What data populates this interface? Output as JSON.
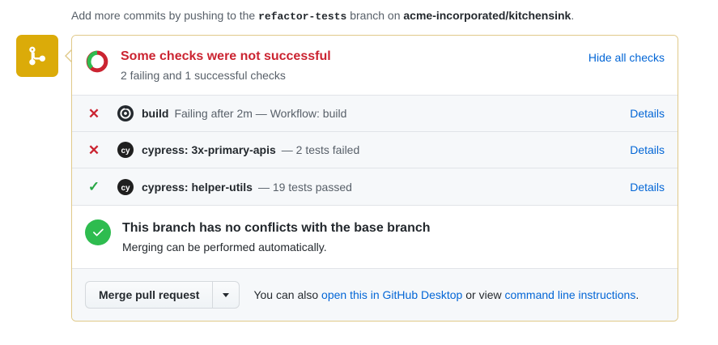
{
  "top_note": {
    "prefix": "Add more commits by pushing to the ",
    "branch": "refactor-tests",
    "middle": " branch on ",
    "repo": "acme-incorporated/kitchensink",
    "suffix": "."
  },
  "avatar": {
    "icon": "git-merge-icon",
    "color": "#dbab09"
  },
  "checks": {
    "status_icon": "partial-failure-donut-icon",
    "title": "Some checks were not successful",
    "title_color": "#cb2431",
    "subtitle": "2 failing and 1 successful checks",
    "toggle_label": "Hide all checks",
    "toggle_color": "#0366d6",
    "rows": [
      {
        "status": "fail",
        "status_glyph": "✕",
        "status_color": "#cb2431",
        "app_icon": "github-actions-icon",
        "name": "build",
        "description": "Failing after 2m — Workflow: build",
        "details_label": "Details"
      },
      {
        "status": "fail",
        "status_glyph": "✕",
        "status_color": "#cb2431",
        "app_icon": "cypress-icon",
        "name": "cypress: 3x-primary-apis",
        "description": "— 2 tests failed",
        "details_label": "Details"
      },
      {
        "status": "pass",
        "status_glyph": "✓",
        "status_color": "#28a745",
        "app_icon": "cypress-icon",
        "name": "cypress: helper-utils",
        "description": "— 19 tests passed",
        "details_label": "Details"
      }
    ]
  },
  "conflicts": {
    "status_icon": "check-circle-icon",
    "status_color": "#2ebc4f",
    "title": "This branch has no conflicts with the base branch",
    "subtitle": "Merging can be performed automatically."
  },
  "footer": {
    "merge_label": "Merge pull request",
    "dropdown_icon": "chevron-down-icon",
    "text_before": "You can also ",
    "link_desktop": "open this in GitHub Desktop",
    "text_middle": " or view ",
    "link_cli": "command line instructions",
    "text_after": "."
  }
}
